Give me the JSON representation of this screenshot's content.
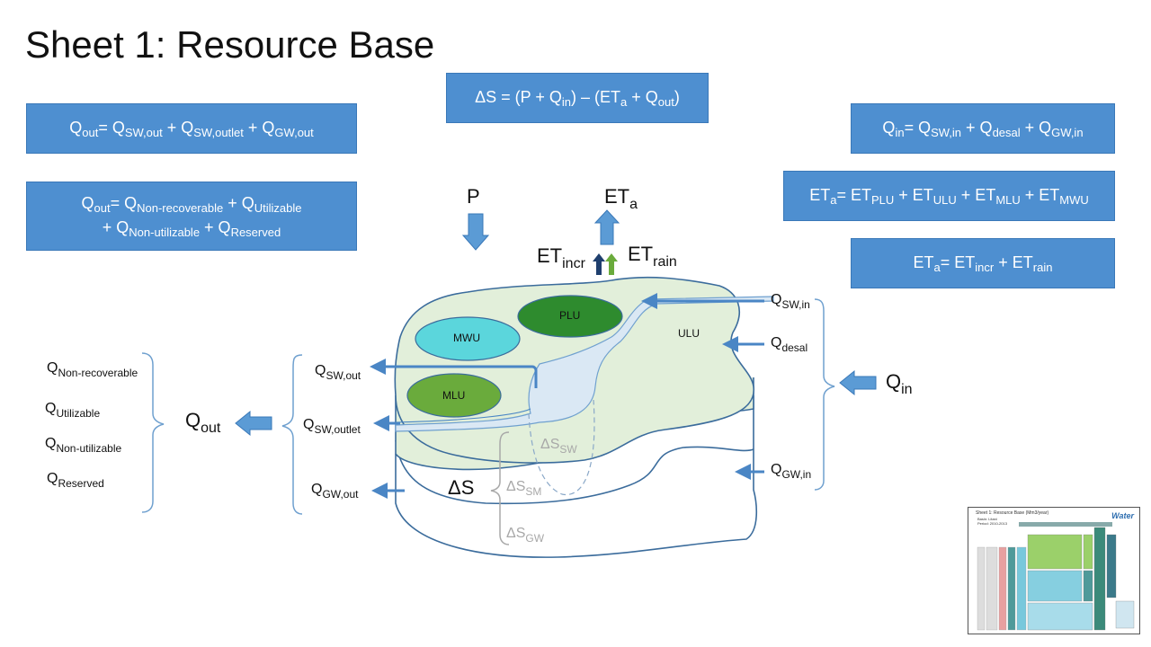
{
  "title": "Sheet 1: Resource Base",
  "equations": {
    "delta_s": {
      "a": "ΔS = (P + Q",
      "a_sub": "in",
      "b": ") – (ET",
      "b_sub": "a",
      "c": " + Q",
      "c_sub": "out",
      "d": ")"
    },
    "qout1": {
      "a": "Q",
      "a_sub": "out",
      "b": "= Q",
      "b_sub": "SW,out",
      "c": " + Q",
      "c_sub": "SW,outlet",
      "d": " + Q",
      "d_sub": "GW,out"
    },
    "qout2": {
      "a": "Q",
      "a_sub": "out",
      "b": "= Q",
      "b_sub": "Non-recoverable",
      "c": " + Q",
      "c_sub": "Utilizable",
      "d": "+ Q",
      "d_sub": "Non-utilizable",
      "e": " + Q",
      "e_sub": "Reserved"
    },
    "qin": {
      "a": "Q",
      "a_sub": "in",
      "b": "= Q",
      "b_sub": "SW,in",
      "c": " + Q",
      "c_sub": "desal",
      "d": " + Q",
      "d_sub": "GW,in"
    },
    "eta1": {
      "a": "ET",
      "a_sub": "a",
      "b": "= ET",
      "b_sub": "PLU",
      "c": " + ET",
      "c_sub": "ULU",
      "d": " + ET",
      "d_sub": "MLU",
      "e": " + ET",
      "e_sub": "MWU"
    },
    "eta2": {
      "a": "ET",
      "a_sub": "a",
      "b": "= ET",
      "b_sub": "incr",
      "c": " + ET",
      "c_sub": "rain"
    }
  },
  "diagram": {
    "p": "P",
    "eta": {
      "main": "ET",
      "sub": "a"
    },
    "etincr": {
      "main": "ET",
      "sub": "incr"
    },
    "etrain": {
      "main": "ET",
      "sub": "rain"
    },
    "zones": {
      "plu": "PLU",
      "mwu": "MWU",
      "mlu": "MLU",
      "ulu": "ULU"
    },
    "inflows": {
      "swin": {
        "main": "Q",
        "sub": "SW,in"
      },
      "desal": {
        "main": "Q",
        "sub": "desal"
      },
      "gwin": {
        "main": "Q",
        "sub": "GW,in"
      },
      "qin": {
        "main": "Q",
        "sub": "in"
      }
    },
    "outflows": {
      "swout": {
        "main": "Q",
        "sub": "SW,out"
      },
      "swoutlet": {
        "main": "Q",
        "sub": "SW,outlet"
      },
      "gwout": {
        "main": "Q",
        "sub": "GW,out"
      },
      "qout": {
        "main": "Q",
        "sub": "out"
      }
    },
    "categories": {
      "nonrec": {
        "main": "Q",
        "sub": "Non-recoverable"
      },
      "util": {
        "main": "Q",
        "sub": "Utilizable"
      },
      "nonutil": {
        "main": "Q",
        "sub": "Non-utilizable"
      },
      "reserved": {
        "main": "Q",
        "sub": "Reserved"
      }
    },
    "storage": {
      "ds": "ΔS",
      "dssw": {
        "main": "ΔS",
        "sub": "SW"
      },
      "dssm": {
        "main": "ΔS",
        "sub": "SM"
      },
      "dsgw": {
        "main": "ΔS",
        "sub": "GW"
      }
    }
  },
  "thumbnail": {
    "title": "Sheet 1: Resource Base (Mm3/year)",
    "basin": "Basin: Litani",
    "period": "Period: 2010-2013",
    "logo": "Water"
  },
  "colors": {
    "box_fill": "#4e8fd0",
    "land_fill": "#e2efda",
    "outline": "#2e5e8e",
    "plu": "#2e8b2e",
    "mwu": "#5bd6dc",
    "mlu": "#6aab3c",
    "arrow": "#5b9bd5"
  }
}
